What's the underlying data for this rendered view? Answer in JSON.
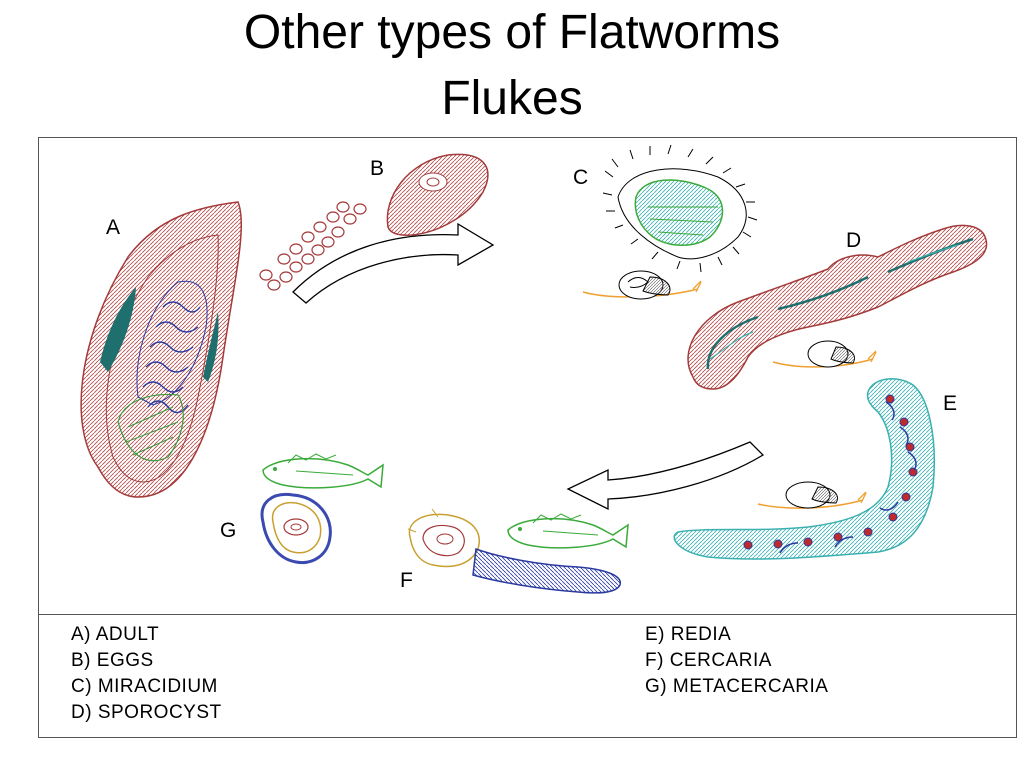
{
  "title": {
    "line1": "Other types of Flatworms",
    "line2": "Flukes"
  },
  "diagram": {
    "stage_labels": {
      "a": "A",
      "b": "B",
      "c": "C",
      "d": "D",
      "e": "E",
      "f": "F",
      "g": "G"
    },
    "colors": {
      "adult_body": "#a43a3a",
      "adult_dark_patches": "#1f6f6f",
      "adult_coils": "#2a3aa0",
      "adult_lower": "#3a9a3a",
      "miracidium": "#3aaa3a",
      "snail_foot": "#f0a030",
      "redia_body": "#3ab0b0",
      "redia_spots": "#c02a2a",
      "cercaria_tail": "#2a3aa0",
      "fish": "#3aaa3a",
      "metacercaria_outer": "#3a4ab0"
    }
  },
  "legend": {
    "left": [
      "A) ADULT",
      "B) EGGS",
      "C) MIRACIDIUM",
      "D) SPOROCYST"
    ],
    "right": [
      "E) REDIA",
      "F) CERCARIA",
      "G) METACERCARIA"
    ]
  }
}
